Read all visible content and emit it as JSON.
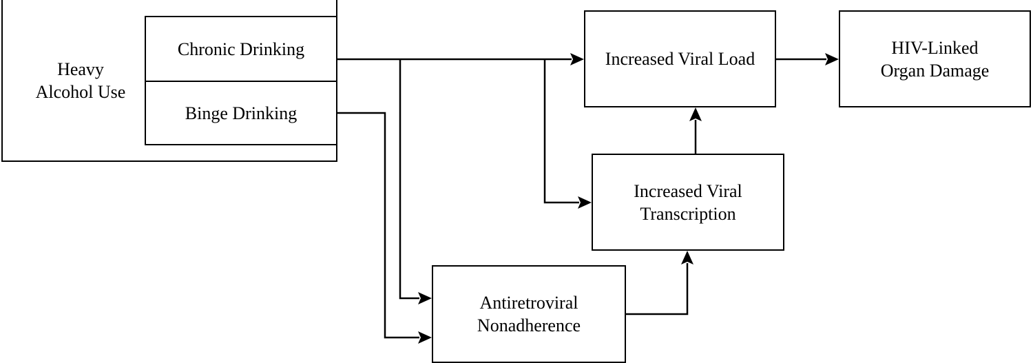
{
  "diagram": {
    "nodes": {
      "heavy_alcohol_use": {
        "label": "Heavy\nAlcohol Use"
      },
      "chronic_drinking": {
        "label": "Chronic Drinking"
      },
      "binge_drinking": {
        "label": "Binge Drinking"
      },
      "increased_viral_load": {
        "label": "Increased Viral Load"
      },
      "hiv_linked_organ_damage": {
        "label": "HIV-Linked\nOrgan Damage"
      },
      "increased_viral_transcription": {
        "label": "Increased Viral\nTranscription"
      },
      "antiretroviral_nonadherence": {
        "label": "Antiretroviral\nNonadherence"
      }
    },
    "edges": [
      {
        "from": "chronic_drinking",
        "to": "increased_viral_load"
      },
      {
        "from": "chronic_drinking",
        "to": "increased_viral_transcription"
      },
      {
        "from": "chronic_drinking",
        "to": "antiretroviral_nonadherence"
      },
      {
        "from": "binge_drinking",
        "to": "antiretroviral_nonadherence"
      },
      {
        "from": "antiretroviral_nonadherence",
        "to": "increased_viral_transcription"
      },
      {
        "from": "increased_viral_transcription",
        "to": "increased_viral_load"
      },
      {
        "from": "increased_viral_load",
        "to": "hiv_linked_organ_damage"
      }
    ],
    "colors": {
      "stroke": "#000000",
      "background": "#ffffff",
      "text": "#000000"
    }
  }
}
